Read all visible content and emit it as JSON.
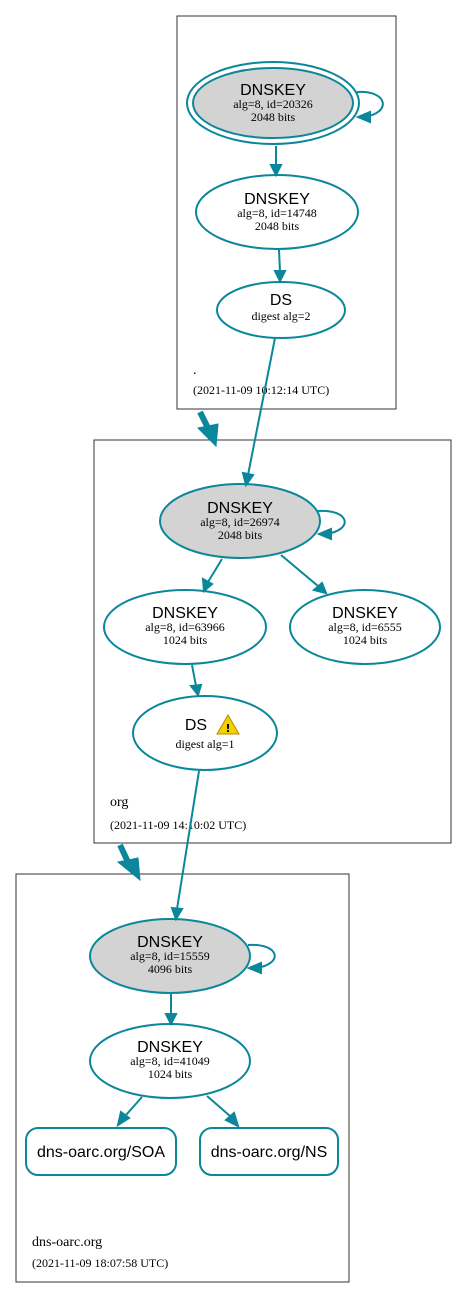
{
  "zones": [
    {
      "id": "root",
      "name": ".",
      "timestamp": "(2021-11-09 10:12:14 UTC)",
      "nodes": [
        {
          "id": "root-ksk",
          "title": "DNSKEY",
          "line1": "alg=8, id=20326",
          "line2": "2048 bits",
          "kind": "dnskey",
          "sep": true
        },
        {
          "id": "root-zsk",
          "title": "DNSKEY",
          "line1": "alg=8, id=14748",
          "line2": "2048 bits",
          "kind": "dnskey",
          "sep": false
        },
        {
          "id": "root-ds",
          "title": "DS",
          "line1": "digest alg=2",
          "kind": "ds"
        }
      ]
    },
    {
      "id": "org",
      "name": "org",
      "timestamp": "(2021-11-09 14:10:02 UTC)",
      "nodes": [
        {
          "id": "org-ksk",
          "title": "DNSKEY",
          "line1": "alg=8, id=26974",
          "line2": "2048 bits",
          "kind": "dnskey",
          "sep": true
        },
        {
          "id": "org-zsk1",
          "title": "DNSKEY",
          "line1": "alg=8, id=63966",
          "line2": "1024 bits",
          "kind": "dnskey",
          "sep": false
        },
        {
          "id": "org-zsk2",
          "title": "DNSKEY",
          "line1": "alg=8, id=6555",
          "line2": "1024 bits",
          "kind": "dnskey",
          "sep": false
        },
        {
          "id": "org-ds",
          "title": "DS",
          "line1": "digest alg=1",
          "kind": "ds",
          "warning": true
        }
      ]
    },
    {
      "id": "dnsoarc",
      "name": "dns-oarc.org",
      "timestamp": "(2021-11-09 18:07:58 UTC)",
      "nodes": [
        {
          "id": "oarc-ksk",
          "title": "DNSKEY",
          "line1": "alg=8, id=15559",
          "line2": "4096 bits",
          "kind": "dnskey",
          "sep": true
        },
        {
          "id": "oarc-zsk",
          "title": "DNSKEY",
          "line1": "alg=8, id=41049",
          "line2": "1024 bits",
          "kind": "dnskey",
          "sep": false
        },
        {
          "id": "oarc-soa",
          "title": "dns-oarc.org/SOA",
          "kind": "rrset"
        },
        {
          "id": "oarc-ns",
          "title": "dns-oarc.org/NS",
          "kind": "rrset"
        }
      ]
    }
  ],
  "colors": {
    "edge": "#0a879a",
    "ksk_fill": "#d3d3d3",
    "border": "#333333"
  },
  "icons": {
    "warning": "warning-icon"
  }
}
